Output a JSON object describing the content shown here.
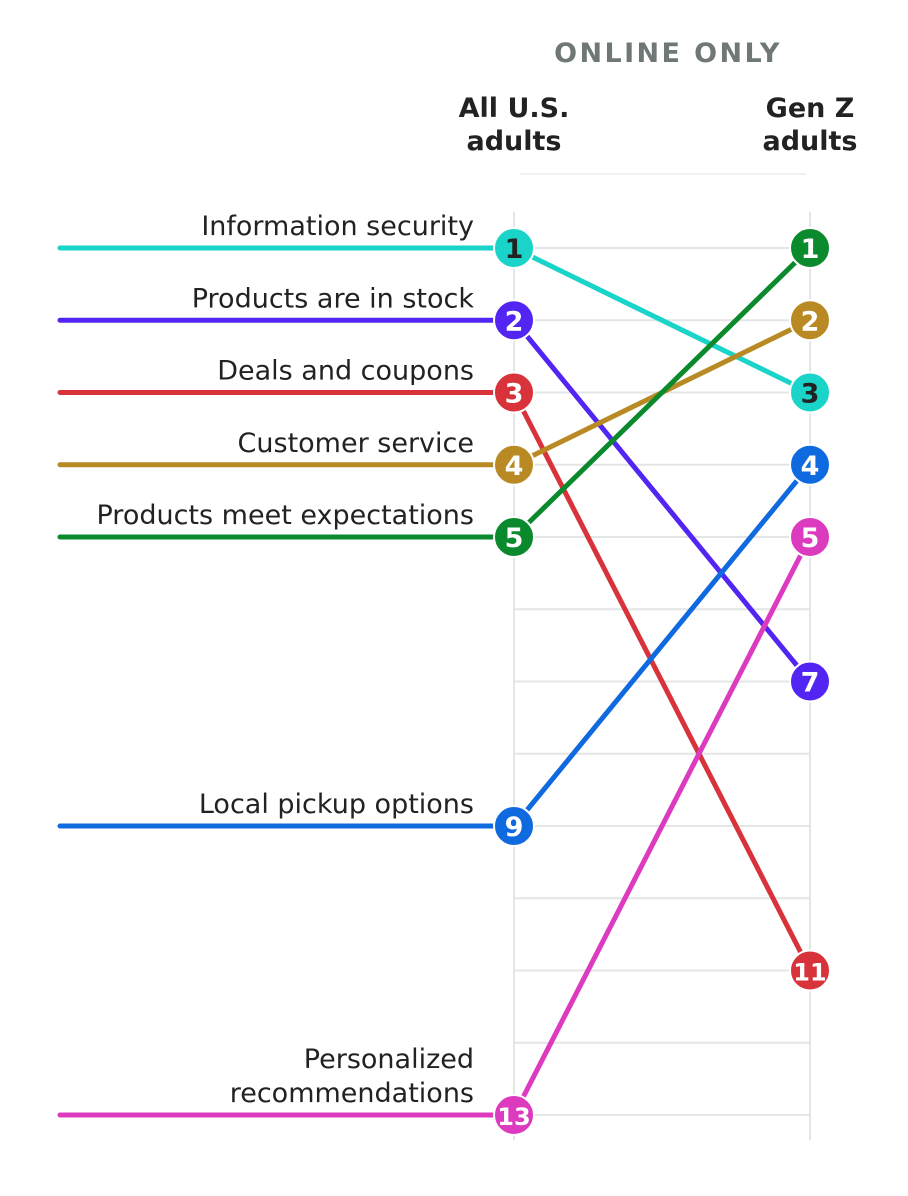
{
  "header": {
    "supertitle": "ONLINE ONLY",
    "left_column": [
      "All U.S.",
      "adults"
    ],
    "right_column": [
      "Gen Z",
      "adults"
    ]
  },
  "chart_data": {
    "type": "slope",
    "x_categories": [
      "All U.S. adults",
      "Gen Z adults"
    ],
    "rank_range": [
      1,
      13
    ],
    "series": [
      {
        "name": "Information security",
        "label_lines": [
          "Information security"
        ],
        "all_adults_rank": 1,
        "gen_z_rank": 3,
        "color": "#1ad3c9",
        "rank_text": "#222222"
      },
      {
        "name": "Products are in stock",
        "label_lines": [
          "Products are in stock"
        ],
        "all_adults_rank": 2,
        "gen_z_rank": 7,
        "color": "#5225f2",
        "rank_text": "#ffffff"
      },
      {
        "name": "Deals and coupons",
        "label_lines": [
          "Deals and coupons"
        ],
        "all_adults_rank": 3,
        "gen_z_rank": 11,
        "color": "#d8333b",
        "rank_text": "#ffffff"
      },
      {
        "name": "Customer service",
        "label_lines": [
          "Customer service"
        ],
        "all_adults_rank": 4,
        "gen_z_rank": 2,
        "color": "#b98a24",
        "rank_text": "#ffffff"
      },
      {
        "name": "Products meet expectations",
        "label_lines": [
          "Products meet expectations"
        ],
        "all_adults_rank": 5,
        "gen_z_rank": 1,
        "color": "#0a8a2c",
        "rank_text": "#ffffff"
      },
      {
        "name": "Local pickup options",
        "label_lines": [
          "Local pickup options"
        ],
        "all_adults_rank": 9,
        "gen_z_rank": 4,
        "color": "#0f6ae0",
        "rank_text": "#ffffff"
      },
      {
        "name": "Personalized recommendations",
        "label_lines": [
          "Personalized",
          "recommendations"
        ],
        "all_adults_rank": 13,
        "gen_z_rank": 5,
        "color": "#dc3bbf",
        "rank_text": "#ffffff"
      }
    ]
  }
}
